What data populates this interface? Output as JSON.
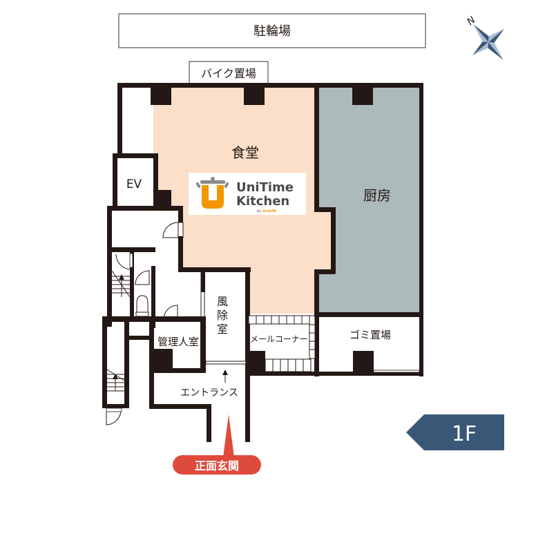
{
  "plan": {
    "floor_label": "1F",
    "colors": {
      "wall": "#231815",
      "dining_fill": "#fbdfc8",
      "kitchen_fill": "#adbabb",
      "floor_badge": "#3a5777",
      "entrance_marker": "#e04a3c",
      "compass_dark": "#3a5777",
      "compass_light": "#a9bdd2",
      "logo_orange": "#f29600",
      "logo_gray": "#4a4a4a"
    },
    "compass": {
      "north_label": "N"
    },
    "outside": {
      "bicycle_parking": "駐輪場",
      "motorbike_parking": "バイク置場"
    },
    "rooms": {
      "dining": "食堂",
      "kitchen": "厨房",
      "elevator": "EV",
      "windbreak_room": [
        "風",
        "除",
        "室"
      ],
      "manager_room": "管理人室",
      "mail_corner": "メールコーナー",
      "garbage": "ゴミ置場",
      "entrance": "エントランス"
    },
    "main_entrance": "正面玄関",
    "logo": {
      "line1": "UniTime",
      "line2": "Kitchen",
      "byline_prefix": "by",
      "byline_brand": "UniLife"
    }
  }
}
